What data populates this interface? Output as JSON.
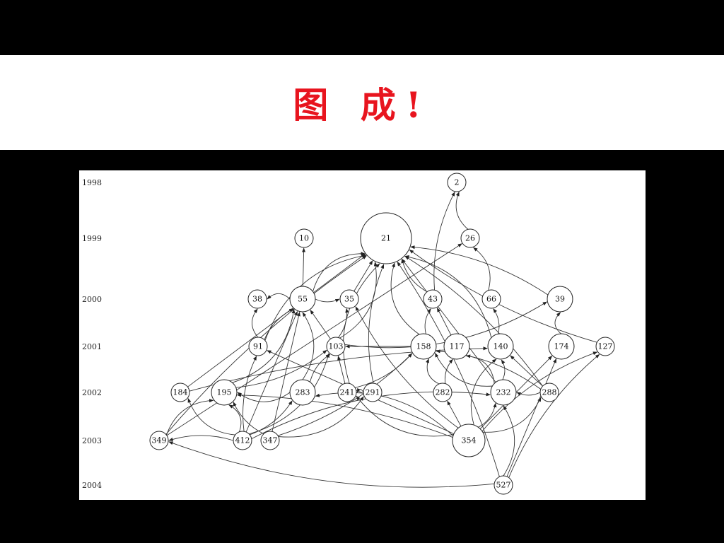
{
  "slide": {
    "title": "图 成!"
  },
  "graph": {
    "years": [
      "1998",
      "1999",
      "2000",
      "2001",
      "2002",
      "2003",
      "2004"
    ],
    "nodes": [
      {
        "id": "2",
        "year": "1998"
      },
      {
        "id": "10",
        "year": "1999"
      },
      {
        "id": "21",
        "year": "1999"
      },
      {
        "id": "26",
        "year": "1999"
      },
      {
        "id": "38",
        "year": "2000"
      },
      {
        "id": "55",
        "year": "2000"
      },
      {
        "id": "35",
        "year": "2000"
      },
      {
        "id": "43",
        "year": "2000"
      },
      {
        "id": "66",
        "year": "2000"
      },
      {
        "id": "39",
        "year": "2000"
      },
      {
        "id": "91",
        "year": "2001"
      },
      {
        "id": "103",
        "year": "2001"
      },
      {
        "id": "158",
        "year": "2001"
      },
      {
        "id": "117",
        "year": "2001"
      },
      {
        "id": "140",
        "year": "2001"
      },
      {
        "id": "174",
        "year": "2001"
      },
      {
        "id": "127",
        "year": "2001"
      },
      {
        "id": "184",
        "year": "2002"
      },
      {
        "id": "195",
        "year": "2002"
      },
      {
        "id": "283",
        "year": "2002"
      },
      {
        "id": "241",
        "year": "2002"
      },
      {
        "id": "291",
        "year": "2002"
      },
      {
        "id": "282",
        "year": "2002"
      },
      {
        "id": "232",
        "year": "2002"
      },
      {
        "id": "288",
        "year": "2002"
      },
      {
        "id": "349",
        "year": "2003"
      },
      {
        "id": "412",
        "year": "2003"
      },
      {
        "id": "347",
        "year": "2003"
      },
      {
        "id": "354",
        "year": "2003"
      },
      {
        "id": "527",
        "year": "2004"
      }
    ]
  }
}
